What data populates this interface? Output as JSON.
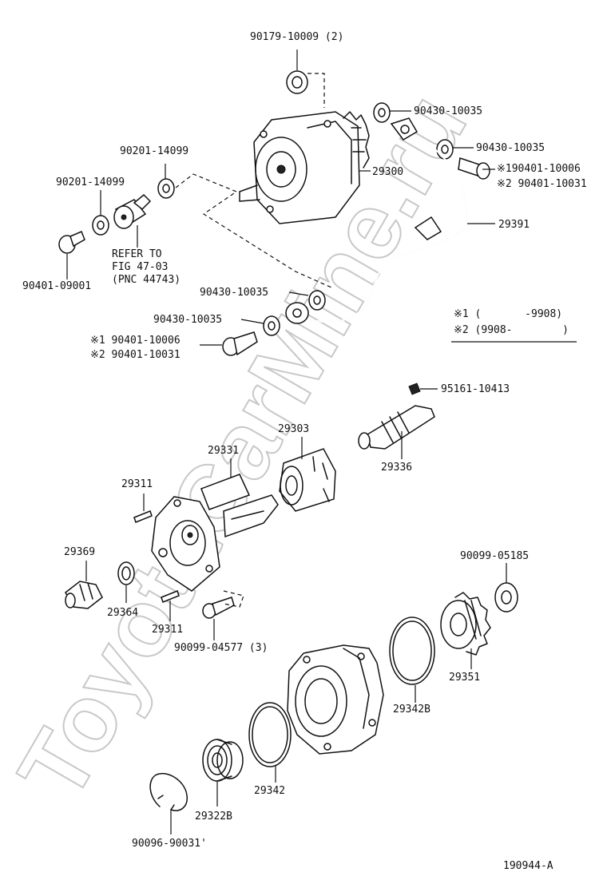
{
  "watermark": "ToyotaCarMine.ru",
  "labels": {
    "p90179": "90179-10009 (2)",
    "p90430_a": "90430-10035",
    "p90430_b": "90430-10035",
    "p90401_1a": "※190401-10006",
    "p90401_2a": "※2 90401-10031",
    "p90201_a": "90201-14099",
    "p90201_b": "90201-14099",
    "p29300": "29300",
    "p29391": "29391",
    "refer1": "REFER TO",
    "refer2": "FIG 47-03",
    "refer3": "(PNC 44743)",
    "p90401_09001": "90401-09001",
    "p90430_c": "90430-10035",
    "p90430_d": "90430-10035",
    "p90401_1b": "※1 90401-10006",
    "p90401_2b": "※2 90401-10031",
    "legend1": "※1 (       -9908)",
    "legend2": "※2 (9908-        )",
    "p95161": "95161-10413",
    "p29303": "29303",
    "p29331": "29331",
    "p29336": "29336",
    "p29311_a": "29311",
    "p29369": "29369",
    "p90099_05185": "90099-05185",
    "p29364": "29364",
    "p29311_b": "29311",
    "p90099_04577": "90099-04577 (3)",
    "p29351": "29351",
    "p29342b": "29342B",
    "p29342": "29342",
    "p29322b": "29322B",
    "p90096": "90096-90031'",
    "figure_id": "190944-A"
  }
}
